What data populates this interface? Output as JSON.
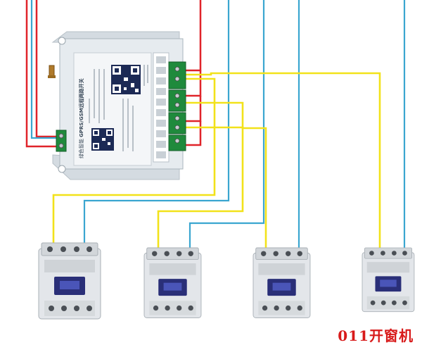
{
  "colors": {
    "wire_red": "#e0242a",
    "wire_blue": "#3aa6d0",
    "wire_yellow": "#f2e21a",
    "module_body": "#e6ebef",
    "terminal_green": "#1f8a3c",
    "contactor_body": "#e3e6ea",
    "contactor_window": "#2a2f78",
    "caption": "#d81a1a"
  },
  "module": {
    "title": "GPRS/GSM远程两路开关",
    "brand": "绿色智能"
  },
  "contactors_count": 4,
  "caption": "011开窗机"
}
